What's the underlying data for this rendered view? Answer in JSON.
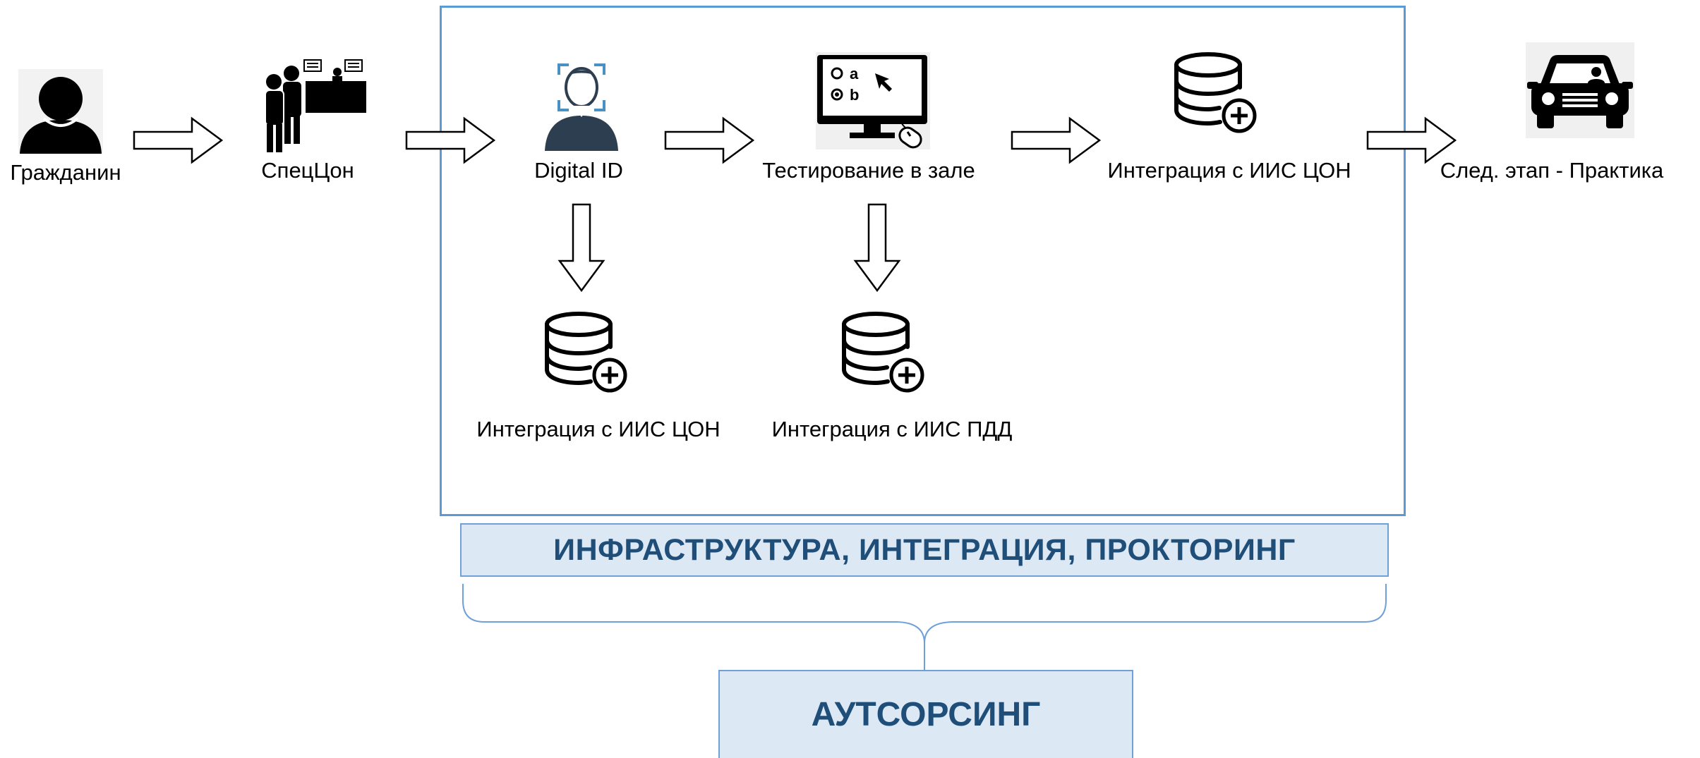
{
  "nodes": {
    "citizen": "Гражданин",
    "spec_con": "СпецЦон",
    "digital_id": "Digital ID",
    "testing": "Тестирование в зале",
    "integration_top": "Интеграция с ИИС ЦОН",
    "next_stage": "След. этап - Практика",
    "integration_con": "Интеграция с ИИС ЦОН",
    "integration_pdd": "Интеграция с ИИС ПДД"
  },
  "quiz_options": [
    "a",
    "b"
  ],
  "band_label": "ИНФРАСТРУКТУРА, ИНТЕГРАЦИЯ, ПРОКТОРИНГ",
  "outsourcing_label": "АУТСОРСИНГ",
  "colors": {
    "frame": "#5b9bd5",
    "band_fill": "#dde8f5",
    "band_text": "#1f4e79",
    "icon_dark": "#000000",
    "face_icon": "#2c3e50",
    "scan_corners": "#4a90c2"
  },
  "icons": [
    "person-icon",
    "service-desk-icon",
    "face-id-icon",
    "computer-test-icon",
    "database-add-icon",
    "car-icon"
  ]
}
